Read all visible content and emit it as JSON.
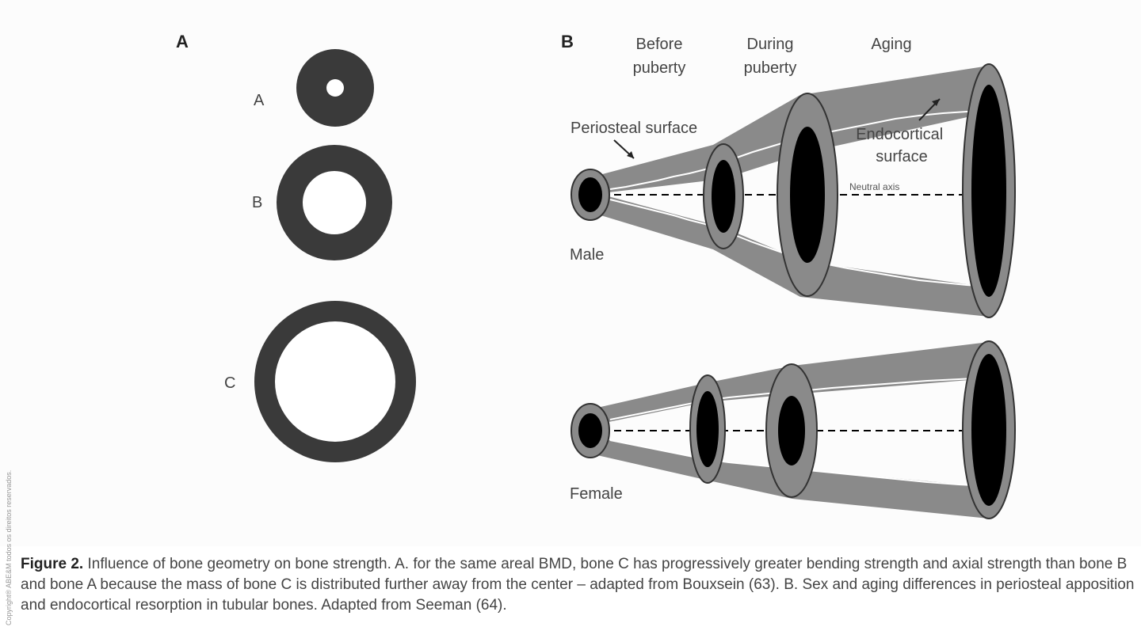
{
  "panel_a": {
    "label": "A",
    "bones": [
      {
        "label": "A"
      },
      {
        "label": "B"
      },
      {
        "label": "C"
      }
    ]
  },
  "panel_b": {
    "label": "B",
    "stages": [
      "Before puberty",
      "During puberty",
      "Aging"
    ],
    "annotations": {
      "periosteal": "Periosteal surface",
      "endocortical_line1": "Endocortical",
      "endocortical_line2": "surface",
      "neutral_axis": "Neutral axis"
    },
    "rows": [
      {
        "label": "Male"
      },
      {
        "label": "Female"
      }
    ]
  },
  "caption": {
    "label": "Figure 2.",
    "text": "Influence of bone geometry on bone strength. A. for the same areal BMD, bone C has progressively greater bending strength and axial strength than bone B and bone A because the mass of bone C is distributed further away from the center – adapted from Bouxsein (63). B. Sex and aging differences in periosteal apposition and endocortical resorption in tubular bones. Adapted from Seeman (64)."
  },
  "copyright": "Copyright® ABE&M todos os direitos reservados.",
  "colors": {
    "bone": "#3a3a3a",
    "cortex": "#8a8a8a",
    "marrow": "#000000"
  }
}
